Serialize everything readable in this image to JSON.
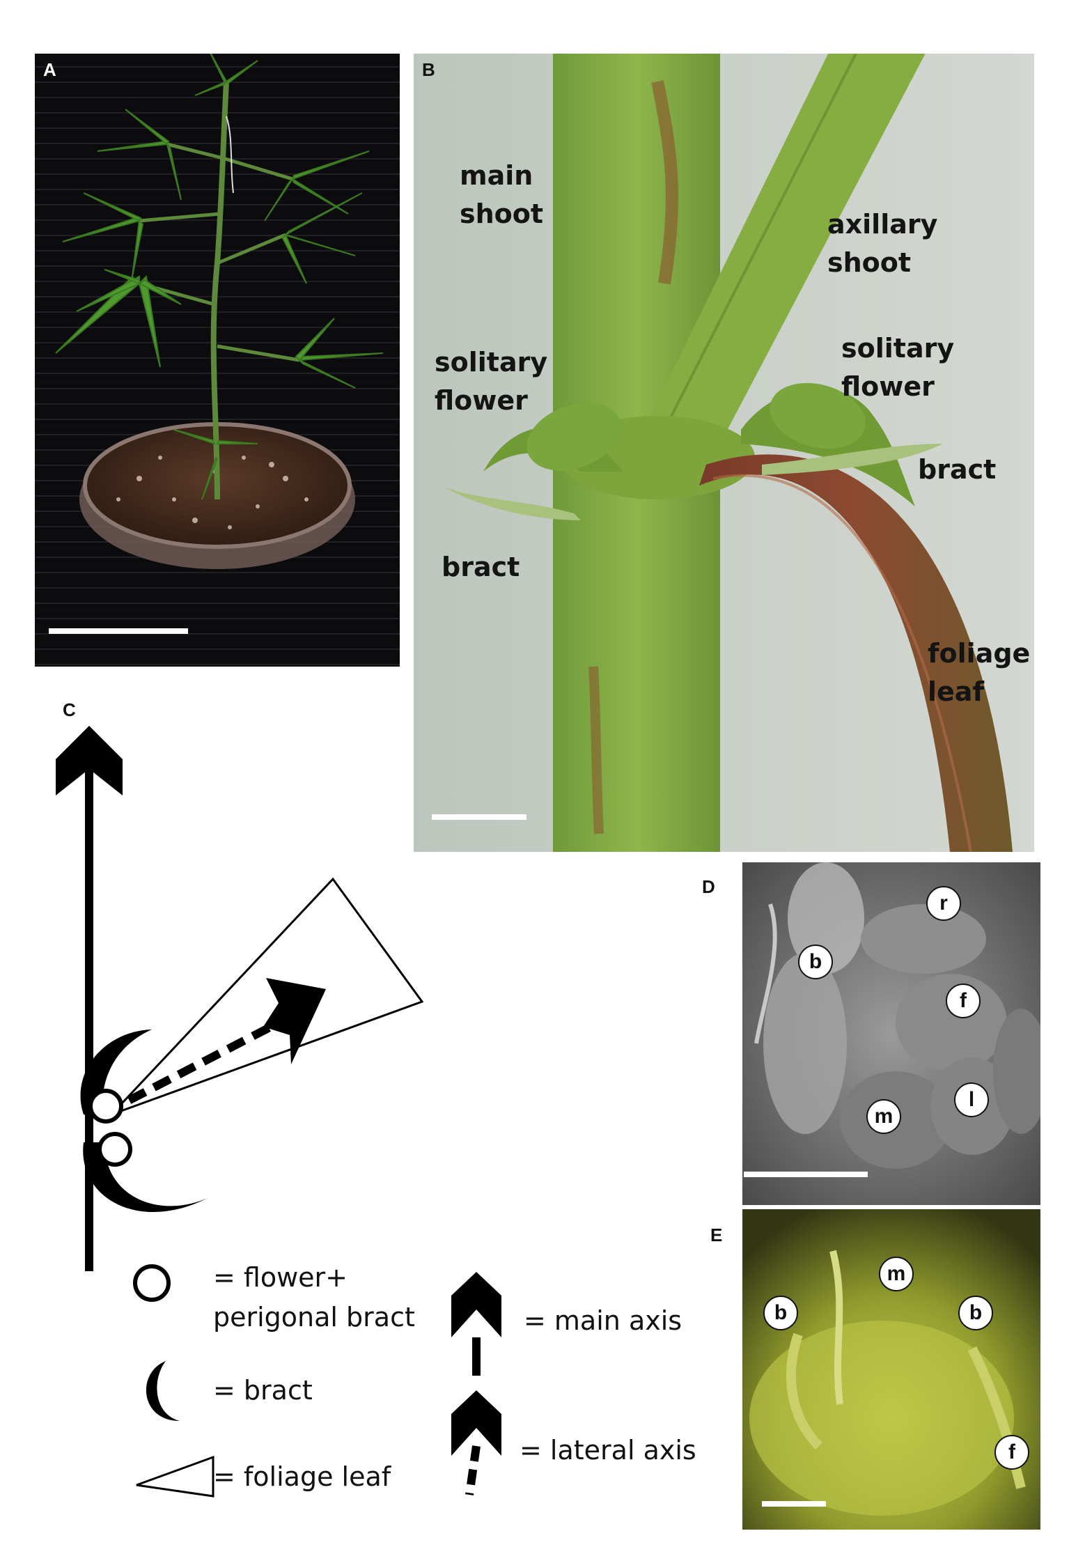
{
  "panels": {
    "a": {
      "letter": "A"
    },
    "b": {
      "letter": "B",
      "labels": {
        "main_shoot": "main\nshoot",
        "axillary_shoot": "axillary\nshoot",
        "solitary_flower_left": "solitary\nflower",
        "solitary_flower_right": "solitary\nflower",
        "bract_left": "bract",
        "bract_right": "bract",
        "foliage_leaf": "foliage\nleaf"
      }
    },
    "c": {
      "letter": "C",
      "legend": {
        "flower": "= flower+\nperigonal bract",
        "bract": "= bract",
        "foliage_leaf": "= foliage leaf",
        "main_axis": "= main axis",
        "lateral_axis": "= lateral axis"
      }
    },
    "d": {
      "letter": "D",
      "markers": [
        "r",
        "b",
        "f",
        "m",
        "l"
      ]
    },
    "e": {
      "letter": "E",
      "markers": [
        "m",
        "b",
        "b",
        "f"
      ]
    }
  }
}
